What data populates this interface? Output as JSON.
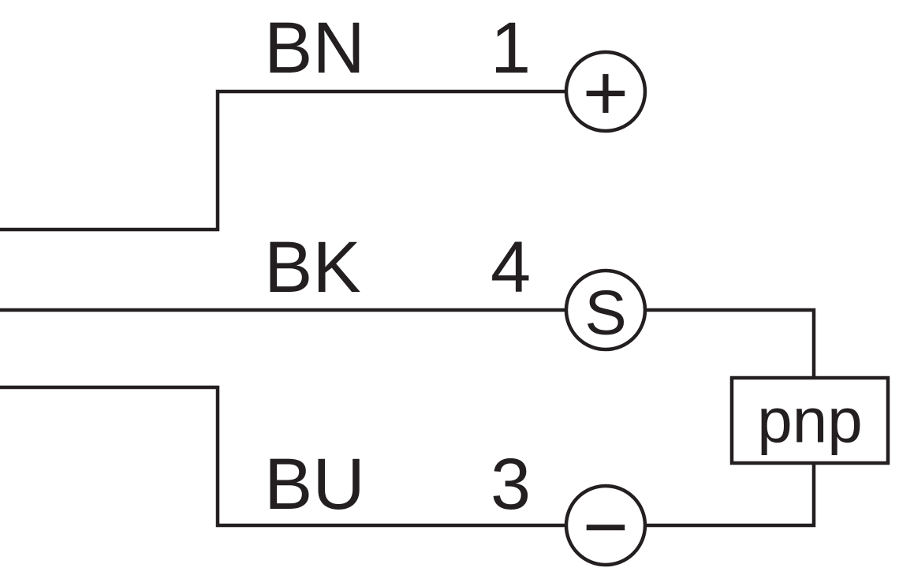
{
  "diagram": {
    "line_color": "#231f20",
    "background_color": "#ffffff",
    "wires": [
      {
        "color_code": "BN",
        "pin": "1",
        "terminal": "+"
      },
      {
        "color_code": "BK",
        "pin": "4",
        "terminal": "S"
      },
      {
        "color_code": "BU",
        "pin": "3",
        "terminal": "−"
      }
    ],
    "output_box_label": "pnp"
  }
}
